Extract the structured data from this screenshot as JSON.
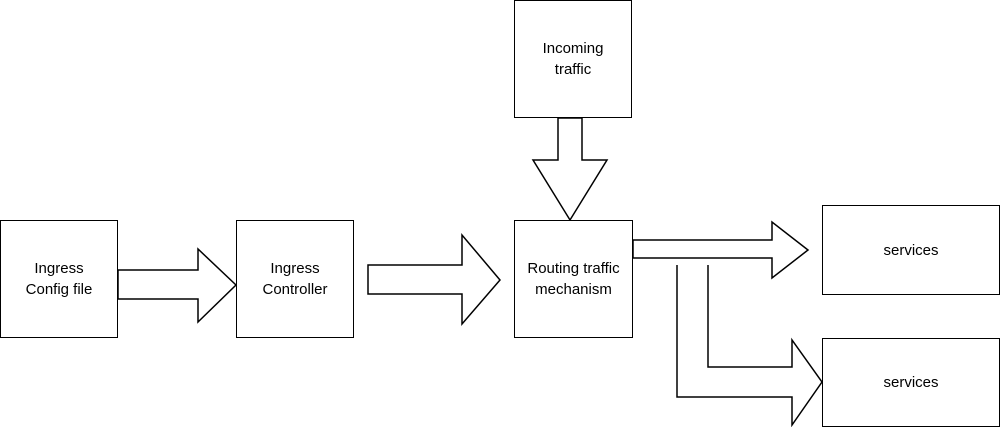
{
  "nodes": {
    "incoming": {
      "line1": "Incoming",
      "line2": "traffic"
    },
    "config": {
      "line1": "Ingress",
      "line2": "Config file"
    },
    "controller": {
      "line1": "Ingress",
      "line2": "Controller"
    },
    "routing": {
      "line1": "Routing traffic",
      "line2": "mechanism"
    },
    "services_1": {
      "label": "services"
    },
    "services_2": {
      "label": "services"
    }
  },
  "colors": {
    "stroke": "#000000",
    "fill": "#ffffff"
  }
}
